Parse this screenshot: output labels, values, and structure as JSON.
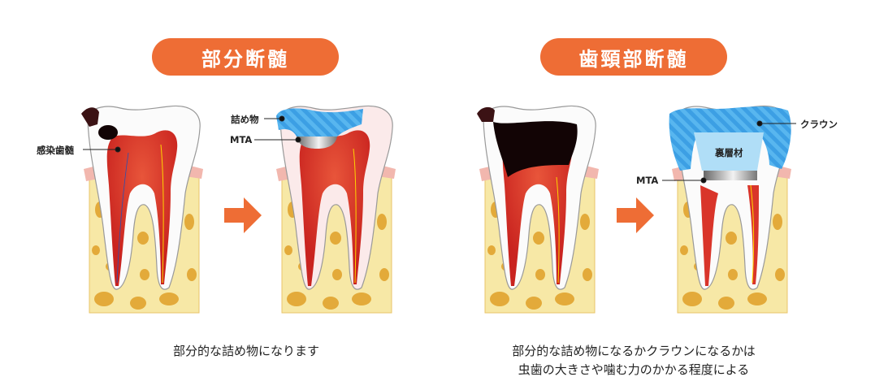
{
  "sections": [
    {
      "title": "部分断髄",
      "caption_lines": [
        "部分的な詰め物になります"
      ],
      "before_labels": {
        "infected_pulp": "感染歯髄"
      },
      "after_labels": {
        "filling": "詰め物",
        "mta": "MTA"
      }
    },
    {
      "title": "歯頸部断髄",
      "caption_lines": [
        "部分的な詰め物になるかクラウンになるかは",
        "虫歯の大きさや噛む力のかかる程度による"
      ],
      "after_labels": {
        "crown": "クラウン",
        "liner": "裏層材",
        "mta": "MTA"
      }
    }
  ],
  "colors": {
    "accent": "#ee6d35",
    "filling": "#4aa8e8",
    "pulp": "#d9352a",
    "bone": "#f6e6a0"
  }
}
